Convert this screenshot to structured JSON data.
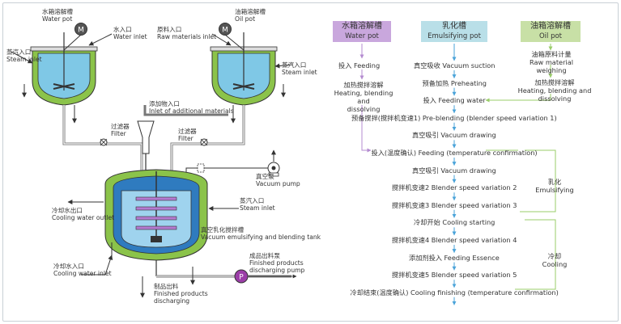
{
  "equipment": {
    "water_pot": {
      "cn": "水箱溶解槽",
      "en": "Water pot"
    },
    "oil_pot": {
      "cn": "油箱溶解槽",
      "en": "Oil pot"
    },
    "water_inlet": {
      "cn": "水入口",
      "en": "Water inlet"
    },
    "raw_inlet": {
      "cn": "原料入口",
      "en": "Raw materials inlet"
    },
    "steam_inlet_left": {
      "cn": "蒸汽入口",
      "en": "Steam inlet"
    },
    "steam_inlet_right": {
      "cn": "蒸汽入口",
      "en": "Steam inlet"
    },
    "additional_inlet": {
      "cn": "添加物入口",
      "en": "Inlet of additional materials"
    },
    "filter_left": {
      "cn": "过滤器",
      "en": "Filter"
    },
    "filter_right": {
      "cn": "过滤器",
      "en": "Filter"
    },
    "vacuum_pump": {
      "cn": "真空泵",
      "en": "Vacuum pump"
    },
    "cooling_outlet": {
      "cn": "冷却水出口",
      "en": "Cooling water outlet"
    },
    "steam_inlet_tank": {
      "cn": "蒸汽入口",
      "en": "Steam inlet"
    },
    "tank": {
      "cn": "真空乳化搅拌槽",
      "en": "Vacuum emulsifying and blending tank"
    },
    "cooling_inlet": {
      "cn": "冷却水入口",
      "en": "Cooling water inlet"
    },
    "discharge_pump": {
      "cn": "成品出料泵",
      "en1": "Finished products",
      "en2": "discharging pump"
    },
    "product_discharge": {
      "cn": "制品出料",
      "en1": "Finished products",
      "en2": "discharging"
    },
    "motor_symbol": "M",
    "pump_symbol": "P"
  },
  "flow": {
    "headers": {
      "water_pot": {
        "cn": "水箱溶解槽",
        "en": "Water pot",
        "color": "#c9a7dd"
      },
      "emulsifying_pot": {
        "cn": "乳化槽",
        "en": "Emulsifying pot",
        "color": "#b9dfe8"
      },
      "oil_pot": {
        "cn": "油箱溶解槽",
        "en": "Oil pot",
        "color": "#c8e0a6"
      }
    },
    "water_side": {
      "feeding": "投入 Feeding",
      "heating_cn": "加热搅拌溶解",
      "heating_en1": "Heating, blending and",
      "heating_en2": "dissolving"
    },
    "oil_side": {
      "weighing_cn": "油箱原料计量",
      "weighing_en": "Raw material weighing",
      "heating_cn": "加热搅拌溶解",
      "heating_en": "Heating, blending and dissolving"
    },
    "steps": [
      "真空吸收 Vacuum suction",
      "预备加热 Preheating",
      "投入 Feeding water",
      "预备搅拌(搅拌机变速1) Pre-blending (blender speed variation 1)",
      "真空吸引 Vacuum drawing",
      "投入(温度确认) Feeding (temperature confirmation)",
      "真空吸引 Vacuum drawing",
      "搅拌机变速2 Blender speed variation 2",
      "搅拌机变速3 Blender speed variation 3",
      "冷却开始 Cooling starting",
      "搅拌机变速4 Blender speed variation 4",
      "添加剂投入 Feeding Essence",
      "搅拌机变速5 Blender speed variation 5",
      "冷却结束(温度确认) Cooling finishing (temperature confirmation)"
    ],
    "phases": {
      "emulsifying": {
        "cn": "乳化",
        "en": "Emulsifying"
      },
      "cooling": {
        "cn": "冷却",
        "en": "Cooling"
      }
    },
    "colors": {
      "arrow": "#4aa3d9",
      "bracket": "#9acd6a",
      "water_arrow": "#b48bd0"
    }
  }
}
